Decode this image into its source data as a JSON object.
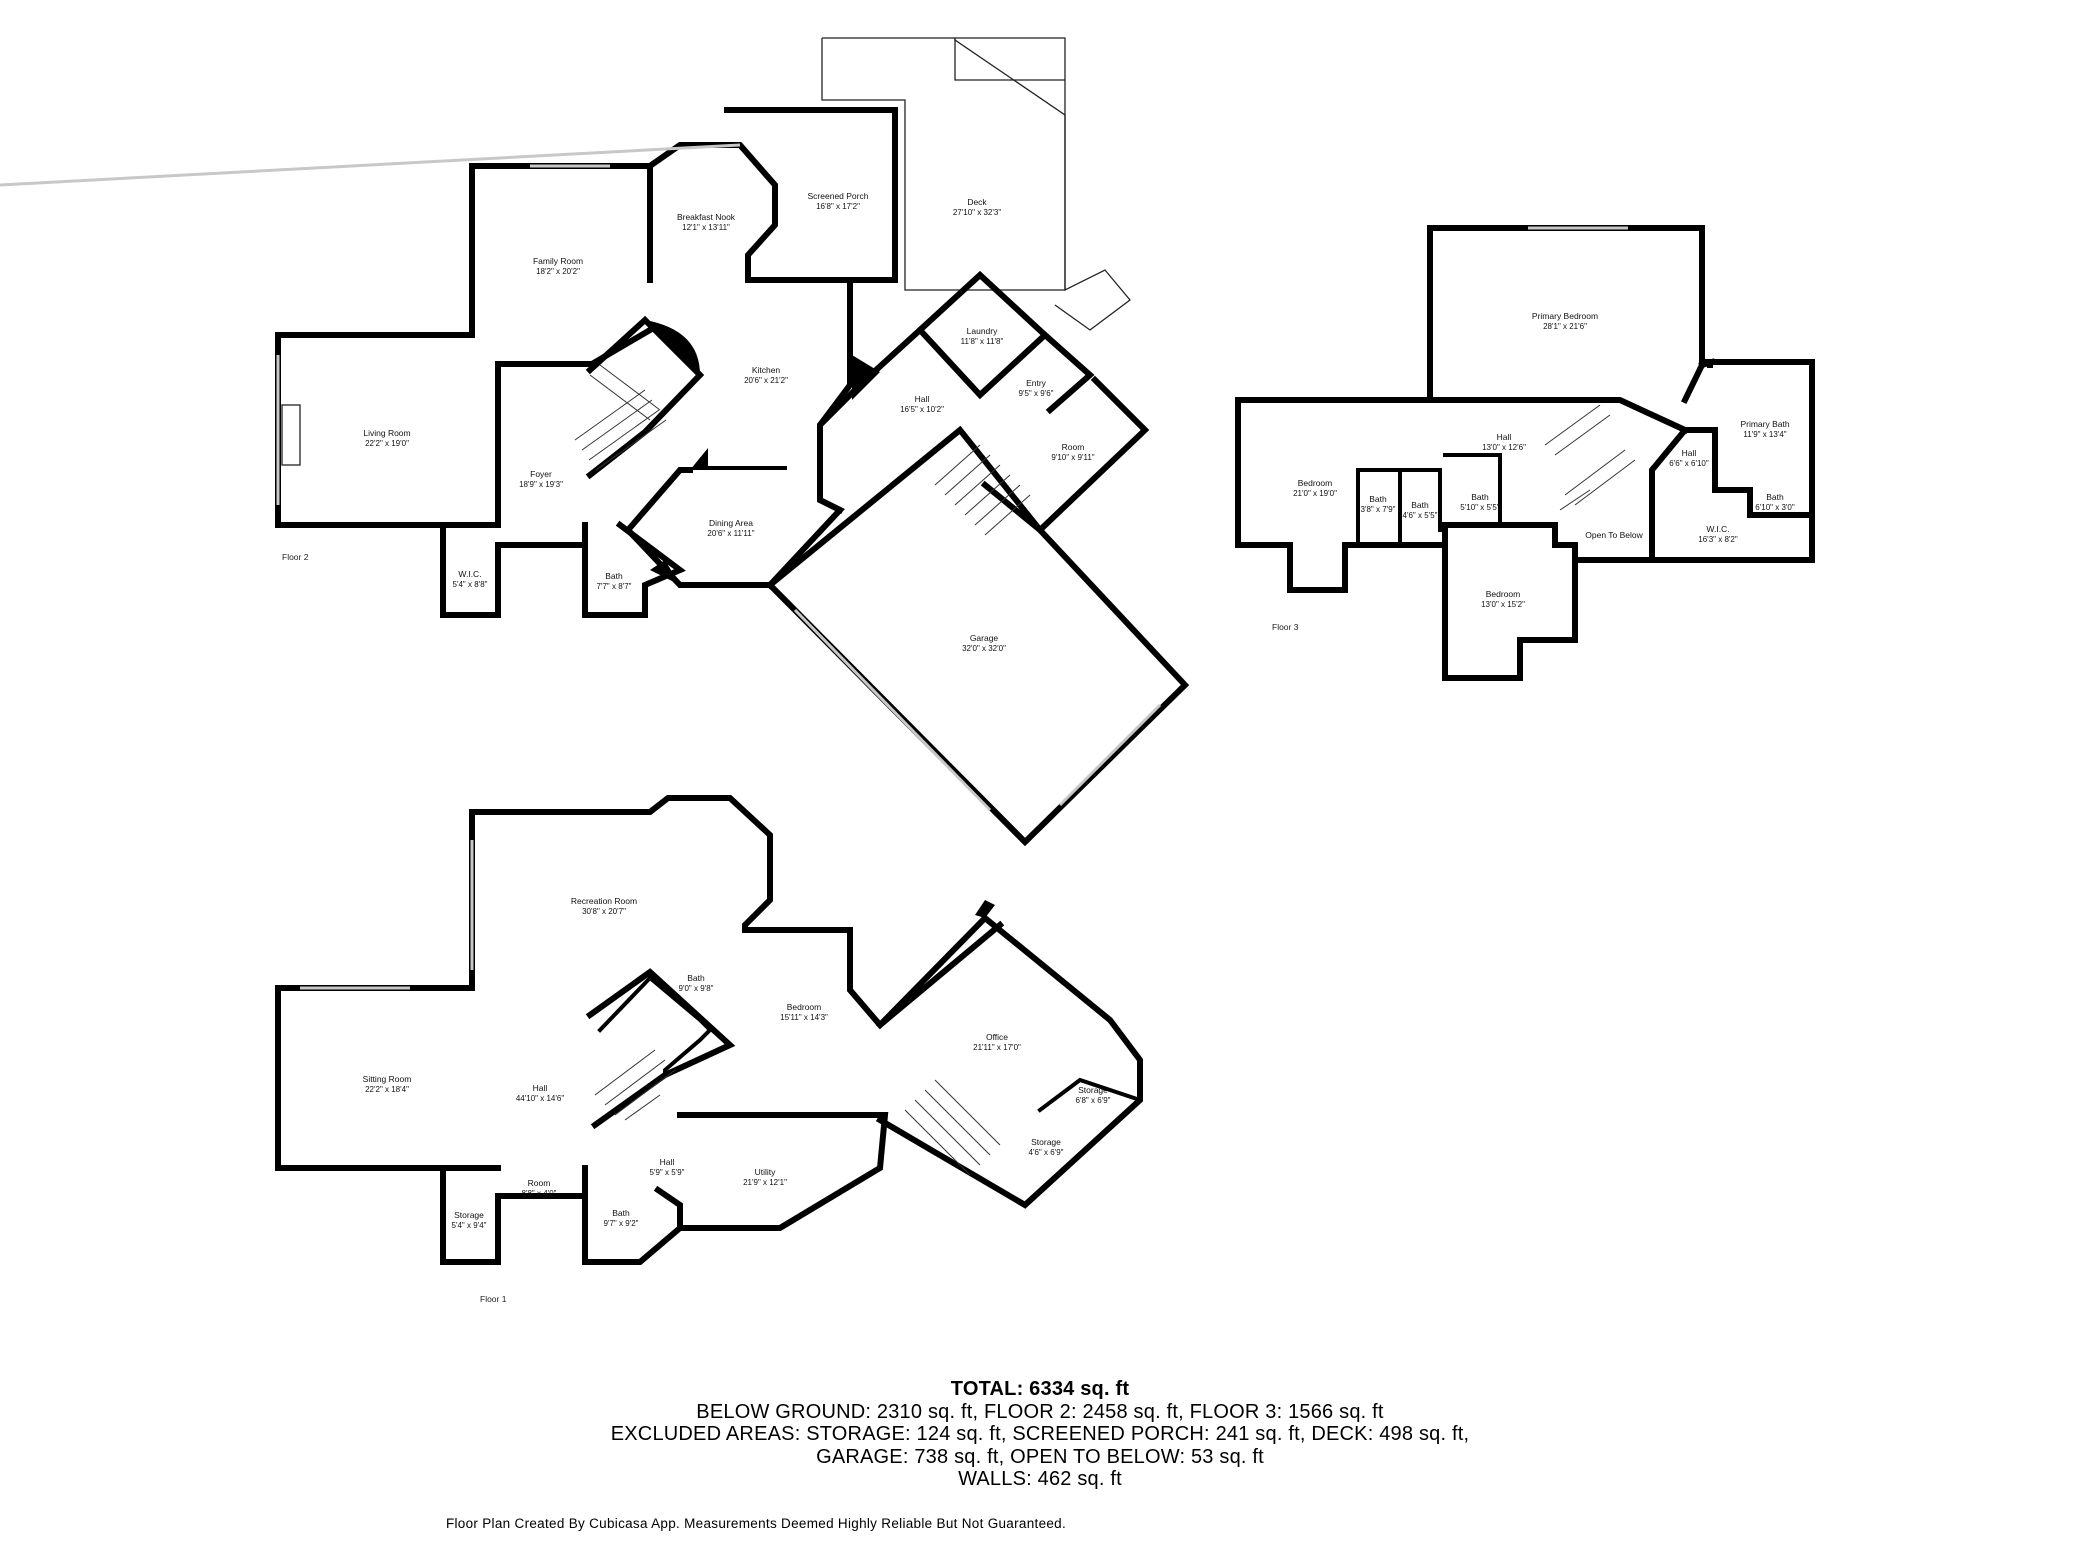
{
  "floors": [
    {
      "label": "Floor 2"
    },
    {
      "label": "Floor 3"
    },
    {
      "label": "Floor 1"
    }
  ],
  "rooms": {
    "f2": [
      {
        "name": "Family Room",
        "dims": "18'2\" x 20'2\""
      },
      {
        "name": "Breakfast Nook",
        "dims": "12'1\" x 13'11\""
      },
      {
        "name": "Screened Porch",
        "dims": "16'8\" x 17'2\""
      },
      {
        "name": "Deck",
        "dims": "27'10\" x 32'3\""
      },
      {
        "name": "Living Room",
        "dims": "22'2\" x 19'0\""
      },
      {
        "name": "Kitchen",
        "dims": "20'6\" x 21'2\""
      },
      {
        "name": "Laundry",
        "dims": "11'8\" x 11'8\""
      },
      {
        "name": "Entry",
        "dims": "9'5\" x 9'6\""
      },
      {
        "name": "Hall",
        "dims": "16'5\" x 10'2\""
      },
      {
        "name": "Room",
        "dims": "9'10\" x 9'11\""
      },
      {
        "name": "Foyer",
        "dims": "18'9\" x 19'3\""
      },
      {
        "name": "Dining Area",
        "dims": "20'6\" x 11'11\""
      },
      {
        "name": "W.I.C.",
        "dims": "5'4\" x 8'8\""
      },
      {
        "name": "Bath",
        "dims": "7'7\" x 8'7\""
      },
      {
        "name": "Garage",
        "dims": "32'0\" x 32'0\""
      }
    ],
    "f3": [
      {
        "name": "Primary Bedroom",
        "dims": "28'1\" x 21'6\""
      },
      {
        "name": "Primary Bath",
        "dims": "11'9\" x 13'4\""
      },
      {
        "name": "Hall",
        "dims": "13'0\" x 12'6\""
      },
      {
        "name": "Bedroom",
        "dims": "21'0\" x 19'0\""
      },
      {
        "name": "Hall",
        "dims": "6'6\" x 6'10\""
      },
      {
        "name": "Bath",
        "dims": "3'8\" x 7'9\""
      },
      {
        "name": "Bath",
        "dims": "4'6\" x 5'5\""
      },
      {
        "name": "Bath",
        "dims": "5'10\" x 5'5\""
      },
      {
        "name": "Open To Below",
        "dims": ""
      },
      {
        "name": "Bath",
        "dims": "6'10\" x 3'0\""
      },
      {
        "name": "W.I.C.",
        "dims": "16'3\" x 8'2\""
      },
      {
        "name": "Bedroom",
        "dims": "13'0\" x 15'2\""
      }
    ],
    "f1": [
      {
        "name": "Recreation Room",
        "dims": "30'8\" x 20'7\""
      },
      {
        "name": "Bath",
        "dims": "9'0\" x 9'8\""
      },
      {
        "name": "Bedroom",
        "dims": "15'11\" x 14'3\""
      },
      {
        "name": "Office",
        "dims": "21'11\" x 17'0\""
      },
      {
        "name": "Sitting Room",
        "dims": "22'2\" x 18'4\""
      },
      {
        "name": "Hall",
        "dims": "44'10\" x 14'6\""
      },
      {
        "name": "Storage",
        "dims": "6'8\" x 6'9\""
      },
      {
        "name": "Storage",
        "dims": "4'6\" x 6'9\""
      },
      {
        "name": "Hall",
        "dims": "5'9\" x 5'9\""
      },
      {
        "name": "Utility",
        "dims": "21'9\" x 12'1\""
      },
      {
        "name": "Room",
        "dims": "8'8\" x 4'0\""
      },
      {
        "name": "Storage",
        "dims": "5'4\" x 9'4\""
      },
      {
        "name": "Bath",
        "dims": "9'7\" x 9'2\""
      }
    ]
  },
  "summary": {
    "total": "TOTAL: 6334 sq. ft",
    "line1": "BELOW GROUND: 2310 sq. ft, FLOOR 2: 2458 sq. ft, FLOOR 3: 1566 sq. ft",
    "line2": "EXCLUDED AREAS: STORAGE: 124 sq. ft, SCREENED PORCH: 241 sq. ft, DECK: 498 sq. ft,",
    "line3": "GARAGE: 738 sq. ft, OPEN TO BELOW: 53 sq. ft",
    "line4": "WALLS: 462 sq. ft"
  },
  "credit": "Floor Plan Created By Cubicasa App. Measurements Deemed Highly Reliable But Not Guaranteed."
}
